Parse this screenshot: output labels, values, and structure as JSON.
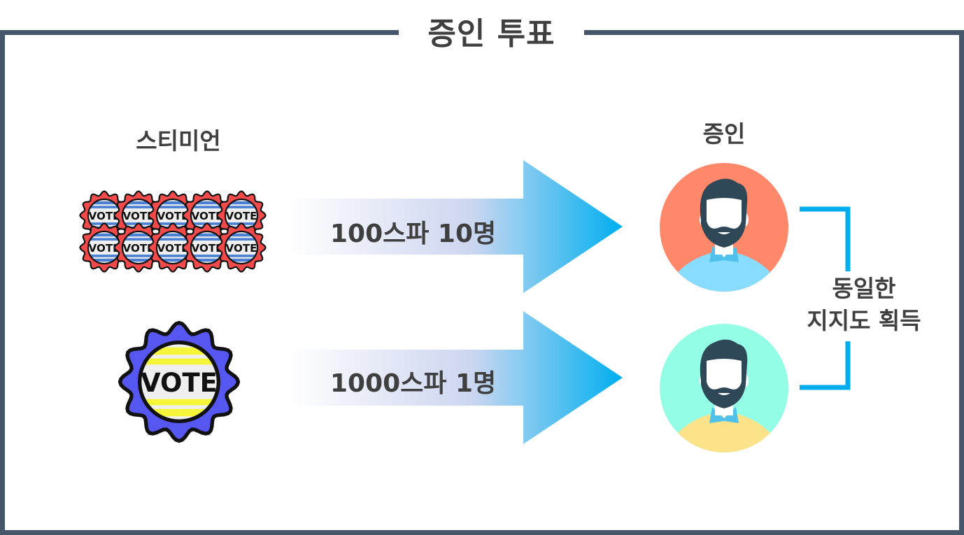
{
  "title": "증인 투표",
  "left_column": {
    "label": "스티미언",
    "small_badges": {
      "count": 10,
      "text": "VOTE",
      "fill_color": "#f04a4a",
      "stripe_color": "#4a7fd1"
    },
    "big_badge": {
      "count": 1,
      "text": "VOTE",
      "fill_color": "#5656f0",
      "stripe_color": "#f5f53a"
    }
  },
  "arrows": [
    {
      "label": "100스파 10명"
    },
    {
      "label": "1000스파 1명"
    }
  ],
  "right_column": {
    "label": "증인",
    "avatars": [
      {
        "name": "witness-avatar-1",
        "bg_color": "#ff886b",
        "shirt_color": "#87dcff"
      },
      {
        "name": "witness-avatar-2",
        "bg_color": "#93fde6",
        "shirt_color": "#fce38a"
      }
    ]
  },
  "result": {
    "lines": [
      "동일한",
      "지지도 획득"
    ],
    "bracket_color": "#00aeef"
  },
  "colors": {
    "frame": "#46566b",
    "text": "#3f3f3f",
    "arrow_end": "#00aeef"
  }
}
